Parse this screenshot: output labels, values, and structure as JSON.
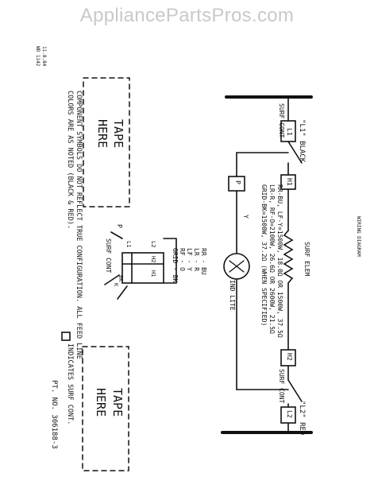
{
  "watermark": "AppliancePartsPros.com",
  "header": {
    "title": "WIRING DIAGRAM",
    "pt_no": "PT. NO. 306188-3",
    "date": "11.8.84",
    "wd": "WD 1142"
  },
  "lines": {
    "l1": "\"L1\" BLACK",
    "l2": "\"L2\" RED"
  },
  "components": {
    "l1": "L1",
    "l2": "L2",
    "h1": "H1",
    "h2": "H2",
    "p": "P",
    "y": "Y",
    "surf_cont": "SURF CONT",
    "surf_elem": "SURF ELEM",
    "ind_lite": "IND LITE"
  },
  "ratings": [
    "RR-BU, LF-Y=1500W, 18.0Ω OR 1500W, 37.5Ω",
    "LR-R, RF-O=2100W, 26.6Ω OR 2600W, 21.5Ω",
    "GRID-BK=1500W, 37.2Ω (WHEN SPECIFIED)"
  ],
  "legend": {
    "codes": [
      "RR - BU",
      "LR - R",
      "LF - Y",
      "RF - O",
      "GRID - BK"
    ],
    "terminals": [
      "L2",
      "L1",
      "H2",
      "H1"
    ],
    "p": "P",
    "bk": "BK",
    "k": "K",
    "surf_cont": "SURF CONT"
  },
  "tape_left": {
    "line1": "TAPE",
    "line2": "HERE"
  },
  "tape_right": {
    "line1": "TAPE",
    "line2": "HERE"
  },
  "note": {
    "line1": "COMPONENT SYMBOLS DO NOT REFLECT TRUE CONFIGURATION. ALL FEED LINE",
    "line2": "COLORS ARE AS NOTED (BLACK & RED).",
    "line2b": "INDICATES SURF CONT."
  }
}
